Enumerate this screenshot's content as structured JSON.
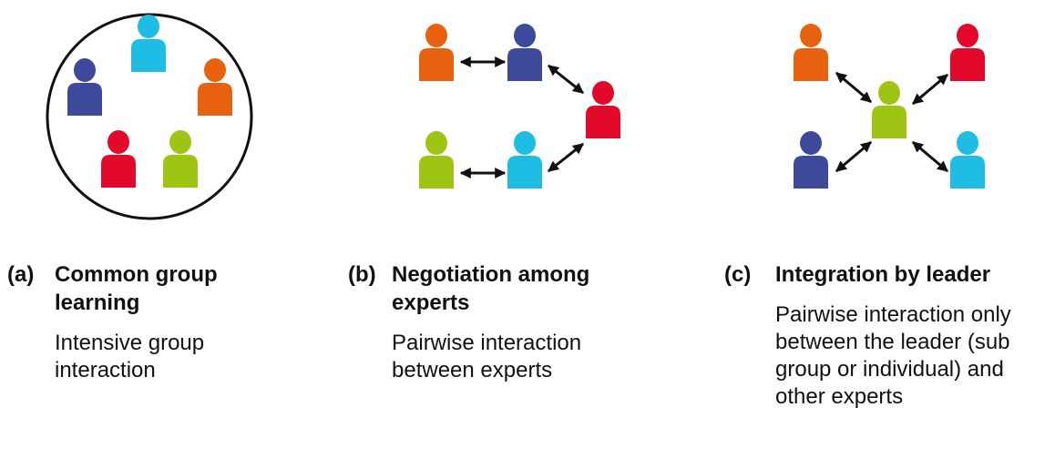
{
  "colors": {
    "orange": "#e8610e",
    "navy": "#3d4a9b",
    "cyan": "#1fbde3",
    "red": "#e2092a",
    "green": "#9ec414",
    "arrow": "#111111"
  },
  "panels": [
    {
      "letter": "(a)",
      "title": "Common group learning",
      "description": "Intensive group interaction"
    },
    {
      "letter": "(b)",
      "title": "Negotiation among experts",
      "description": "Pairwise interaction between experts"
    },
    {
      "letter": "(c)",
      "title": "Integration by leader",
      "description": "Pairwise interaction only between the leader (sub group or individual) and other experts"
    }
  ]
}
